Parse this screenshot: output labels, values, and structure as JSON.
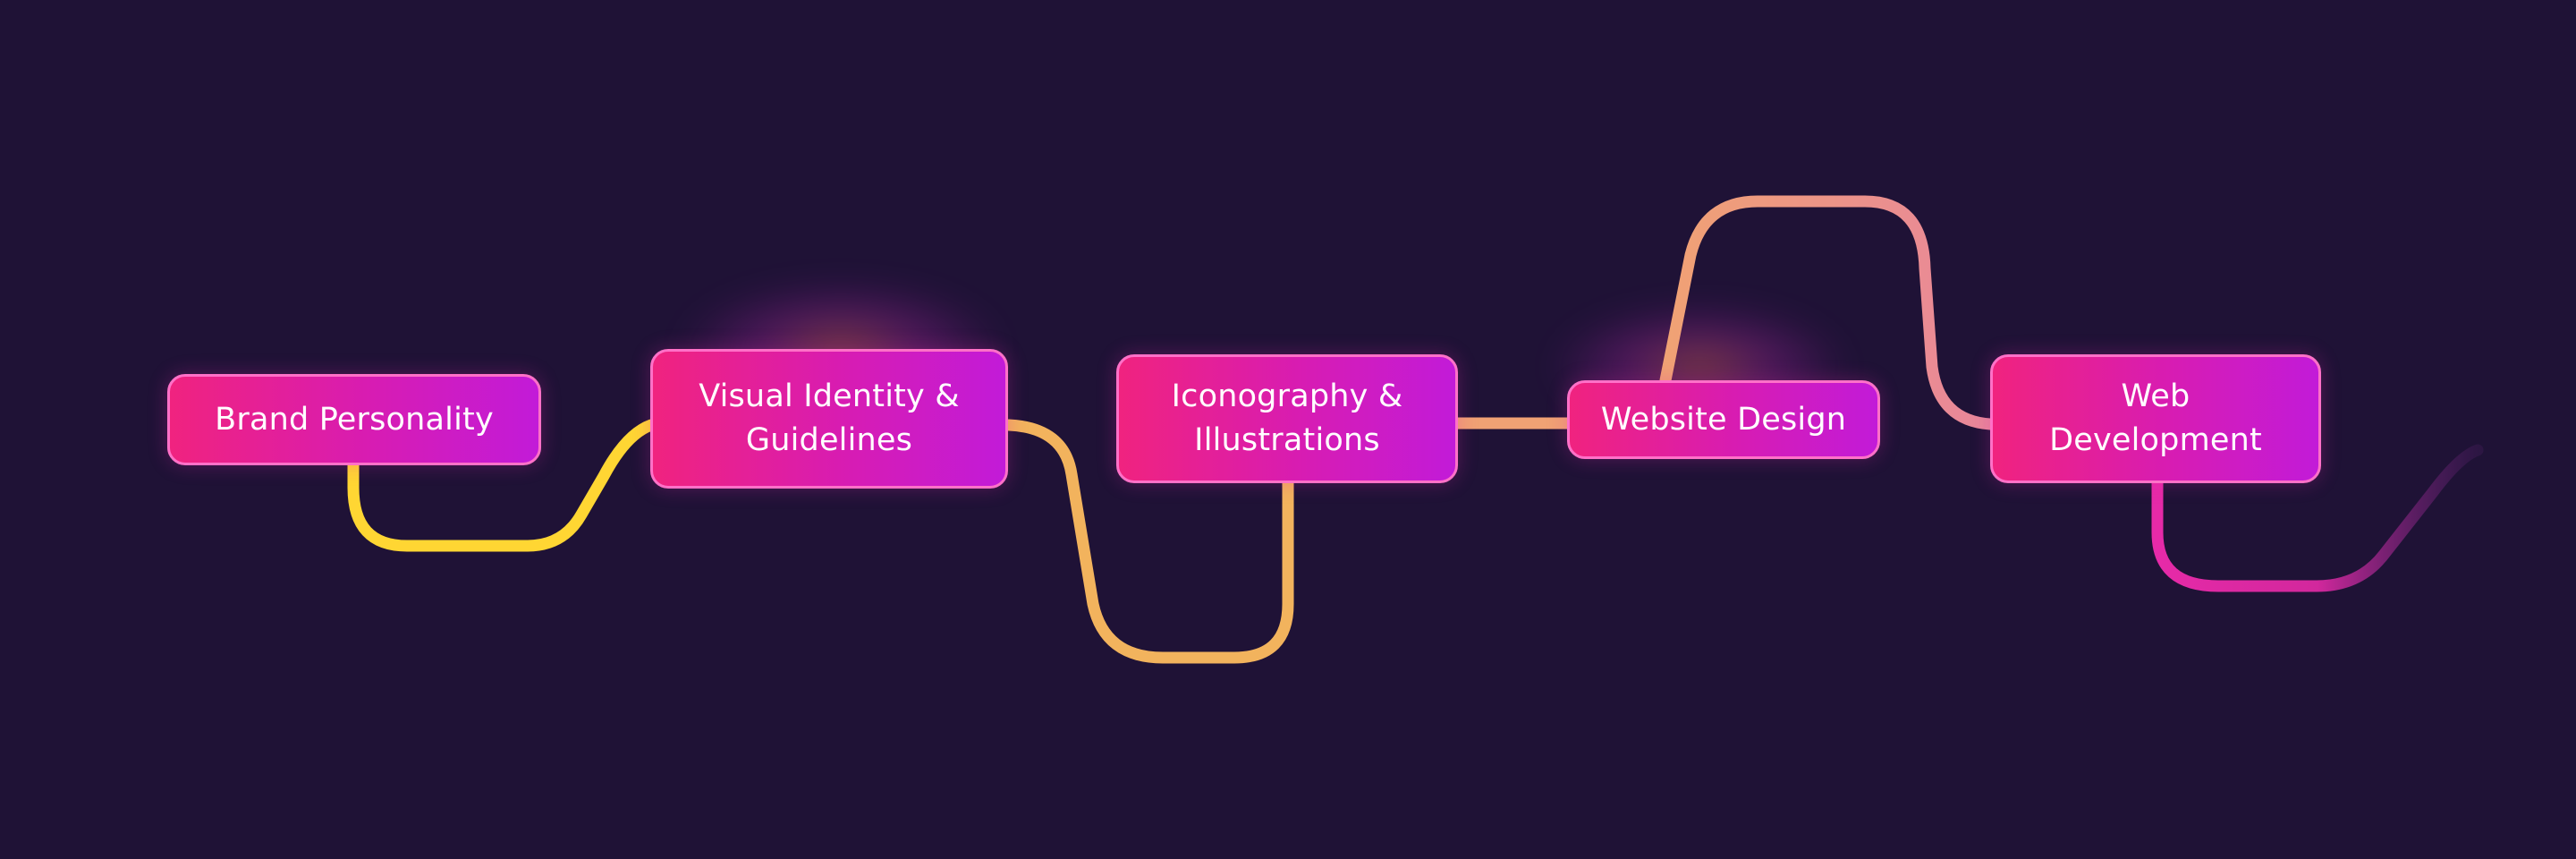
{
  "nodes": [
    {
      "id": "brand-personality",
      "label": "Brand Personality"
    },
    {
      "id": "visual-identity",
      "label": "Visual Identity & Guidelines"
    },
    {
      "id": "iconography",
      "label": "Iconography & Illustrations"
    },
    {
      "id": "website-design",
      "label": "Website Design"
    },
    {
      "id": "web-development",
      "label": "Web Development"
    }
  ],
  "colors": {
    "background": "#1f1236",
    "node_gradient_start": "#f0237f",
    "node_gradient_end": "#c21bd8",
    "node_border": "#ff71c8",
    "connector_yellow": "#ffd633",
    "connector_gold": "#f2b35d",
    "connector_peach": "#f0a274",
    "connector_rose": "#e8869b",
    "connector_magenta": "#e62aa8",
    "connector_violet": "#7a2b8e"
  }
}
